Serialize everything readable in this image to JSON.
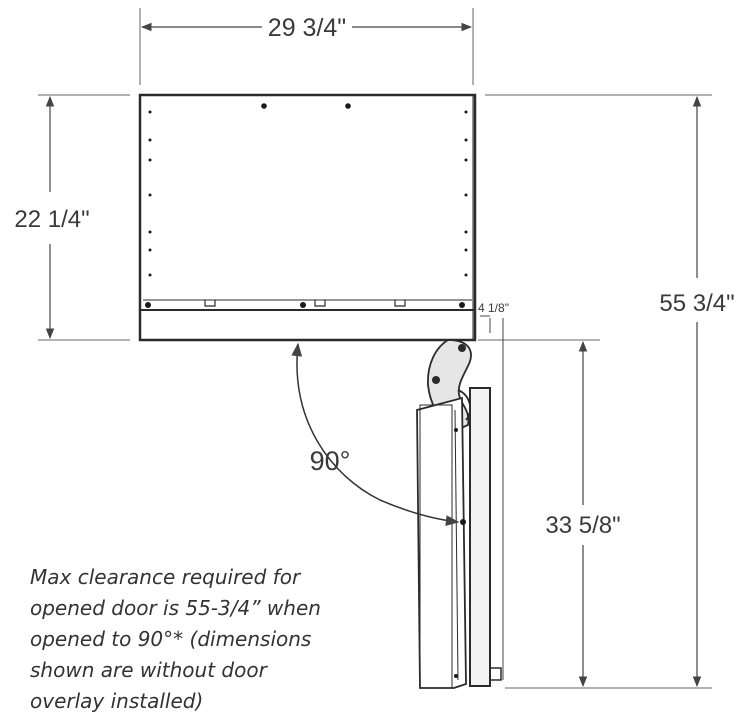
{
  "dimensions": {
    "width": "29 3/4\"",
    "depth": "22 1/4\"",
    "total_clearance": "55 3/4\"",
    "door_clearance": "33 5/8\"",
    "hinge_offset": "4 1/8\"",
    "swing_angle": "90°"
  },
  "note": "Max clearance required for\nopened door is 55-3/4” when\nopened to 90°* (dimensions\nshown are without door\noverlay installed)",
  "colors": {
    "line": "#2b2b2b",
    "dim_line": "#555555",
    "text": "#3a3a3a"
  }
}
